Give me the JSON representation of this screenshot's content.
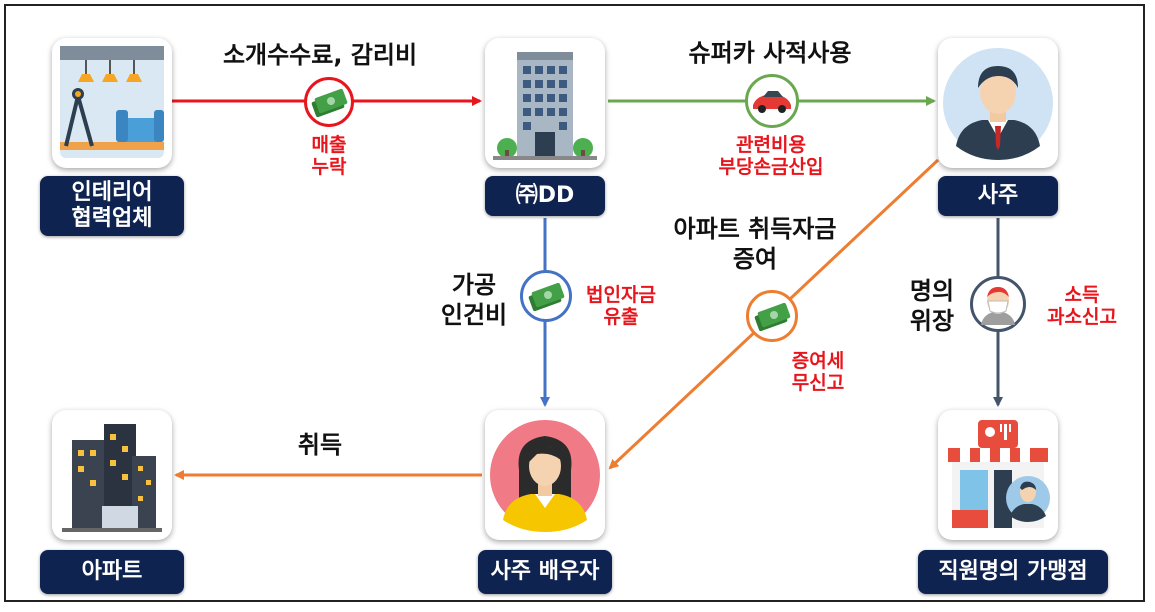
{
  "nodes": {
    "interior": {
      "label_line1": "인테리어",
      "label_line2": "협력업체"
    },
    "company": {
      "label": "㈜DD"
    },
    "owner": {
      "label": "사주"
    },
    "apartment": {
      "label": "아파트"
    },
    "spouse": {
      "label": "사주 배우자"
    },
    "store": {
      "label": "직원명의 가맹점"
    }
  },
  "edges": {
    "interior_to_company": {
      "title": "소개수수료, 감리비",
      "note_line1": "매출",
      "note_line2": "누락",
      "icon": "money-icon",
      "color": "#e8161c"
    },
    "company_to_owner": {
      "title": "슈퍼카 사적사용",
      "note_line1": "관련비용",
      "note_line2": "부당손금산입",
      "icon": "sports-car-icon",
      "color": "#6aa84f"
    },
    "company_to_spouse": {
      "title_line1": "가공",
      "title_line2": "인건비",
      "note_line1": "법인자금",
      "note_line2": "유출",
      "icon": "money-icon",
      "color": "#4472c4"
    },
    "owner_to_spouse": {
      "title_line1": "아파트 취득자금",
      "title_line2": "증여",
      "note_line1": "증여세",
      "note_line2": "무신고",
      "icon": "money-icon",
      "color": "#ed7d31"
    },
    "owner_to_store": {
      "title_line1": "명의",
      "title_line2": "위장",
      "note_line1": "소득",
      "note_line2": "과소신고",
      "icon": "masked-person-icon",
      "color": "#44546a"
    },
    "spouse_to_apartment": {
      "title": "취득",
      "color": "#ed7d31"
    }
  }
}
